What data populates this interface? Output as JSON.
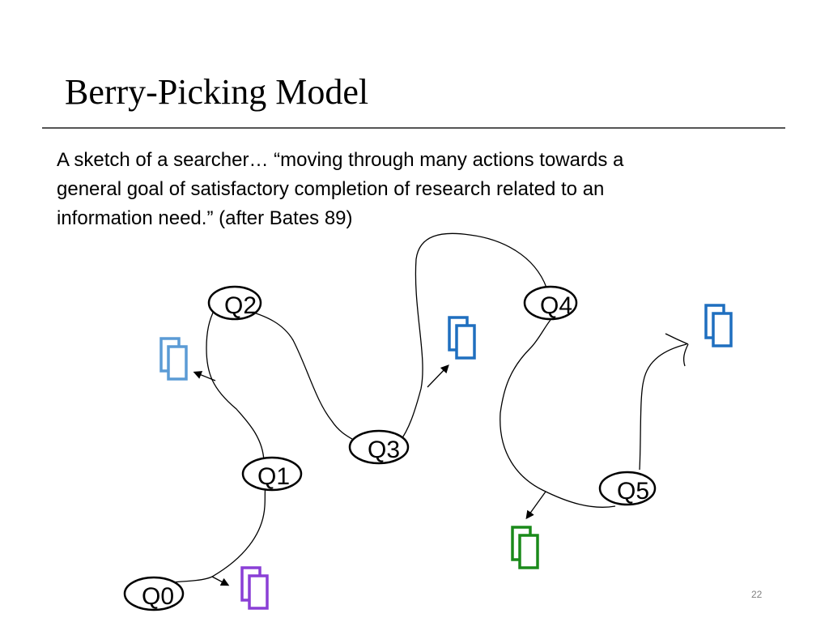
{
  "slide": {
    "title": "Berry-Picking Model",
    "body_lines": [
      "A sketch of  a searcher… “moving through many actions towards a",
      "general goal of satisfactory completion of research related to an",
      "information need.” (after Bates 89)"
    ],
    "page_number": "22"
  },
  "diagram": {
    "queries": [
      "Q0",
      "Q1",
      "Q2",
      "Q3",
      "Q4",
      "Q5"
    ],
    "document_icons": [
      {
        "name": "document-stack-icon",
        "color": "#5b9bd5"
      },
      {
        "name": "document-stack-icon",
        "color": "#1f6fbf"
      },
      {
        "name": "document-stack-icon",
        "color": "#1f6fbf"
      },
      {
        "name": "document-stack-icon",
        "color": "#1a8a1a"
      },
      {
        "name": "document-stack-icon",
        "color": "#8a3fd6"
      }
    ]
  }
}
